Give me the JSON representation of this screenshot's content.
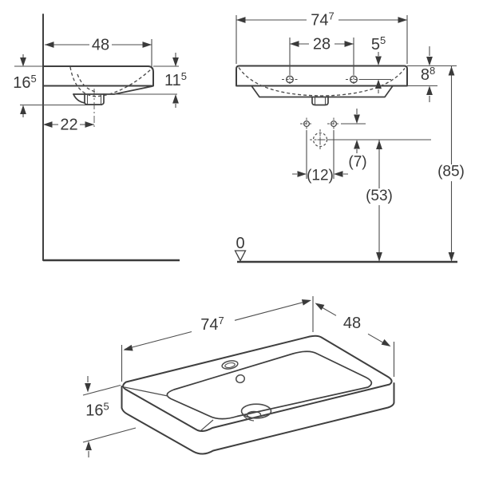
{
  "drawing": {
    "background": "#ffffff",
    "line_color": "#3f3f3f",
    "text_color": "#383838"
  },
  "side_view": {
    "depth": {
      "main": "48",
      "sup": ""
    },
    "height_total": {
      "main": "16",
      "sup": "5"
    },
    "front_height": {
      "main": "11",
      "sup": "5"
    },
    "drain_wall_offset": {
      "main": "22",
      "sup": ""
    }
  },
  "front_view": {
    "width": {
      "main": "74",
      "sup": "7"
    },
    "tap_hole_spacing": {
      "main": "28",
      "sup": ""
    },
    "tap_hole_inset": {
      "main": "5",
      "sup": "5"
    },
    "rim_thickness": {
      "main": "8",
      "sup": "8"
    },
    "fixing_hole_spacing": "(12)",
    "fixing_above_drain": "(7)",
    "drain_height": "(53)",
    "rim_height_above_floor": "(85)",
    "datum_zero": "0"
  },
  "iso_view": {
    "width": {
      "main": "74",
      "sup": "7"
    },
    "depth": {
      "main": "48",
      "sup": ""
    },
    "height": {
      "main": "16",
      "sup": "5"
    }
  }
}
